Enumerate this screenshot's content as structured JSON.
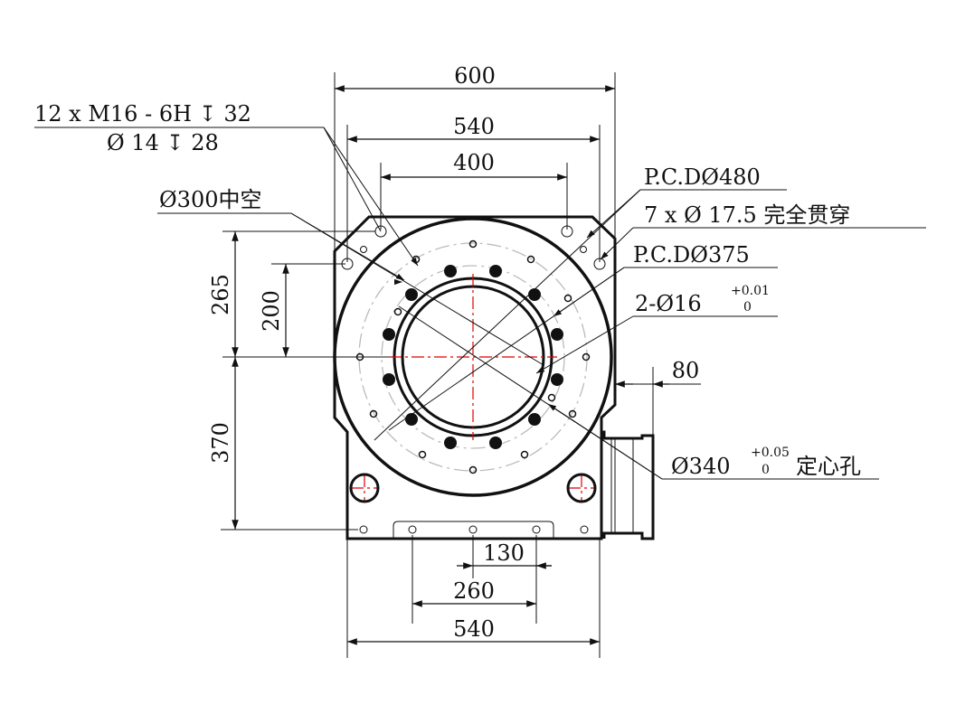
{
  "dimensions": {
    "width_overall": "600",
    "width_flange": "540",
    "width_holes": "400",
    "width_bottom": "540",
    "bottom_holes_260": "260",
    "bottom_holes_130": "130",
    "height_upper_265": "265",
    "height_upper_200": "200",
    "height_lower_370": "370",
    "motor_offset_80": "80"
  },
  "callouts": {
    "thread_line1": "12 x  M16 - 6H ↧ 32",
    "thread_line2": "Ø 14 ↧ 28",
    "hollow": "Ø300中空",
    "pcd480": "P.C.DØ480",
    "through_holes": "7 x  Ø  17.5 完全贯穿",
    "pcd375": "P.C.DØ375",
    "pin_holes": "2-Ø16",
    "pin_tol_upper": "+0.01",
    "pin_tol_lower": "0",
    "pilot": "Ø340",
    "pilot_tol_upper": "+0.05",
    "pilot_tol_lower": "0",
    "pilot_label": "定心孔"
  },
  "colors": {
    "line": "#111111",
    "centerline": "#e00000",
    "pcd_circle": "#bbbbbb",
    "background": "#ffffff"
  }
}
